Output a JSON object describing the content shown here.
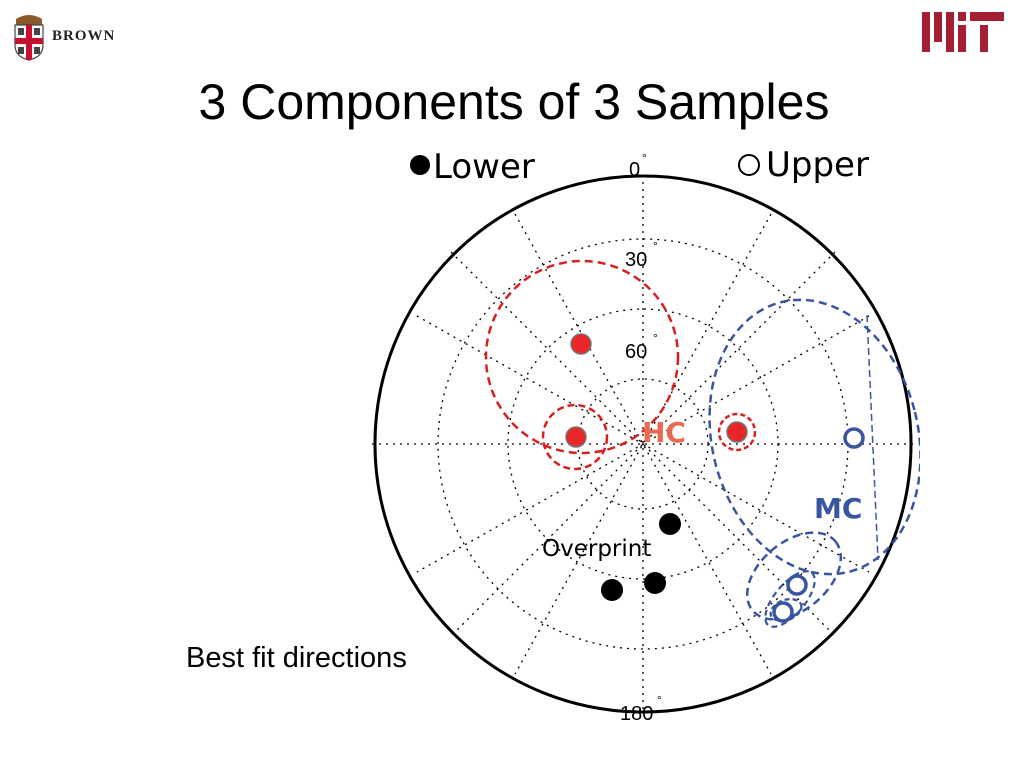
{
  "slide": {
    "title": "3 Components of 3 Samples",
    "caption": "Best fit directions"
  },
  "logos": {
    "left_text": "BROWN"
  },
  "stereonet": {
    "legend": {
      "lower": "Lower",
      "upper": "Upper"
    },
    "tick_labels": {
      "north": "0",
      "inc30": "30",
      "inc60": "60",
      "south": "180"
    },
    "degree_mark": "°",
    "labels": {
      "hc": "HC",
      "mc": "MC",
      "overprint": "Overprint"
    }
  },
  "colors": {
    "hc_red": "#d62020",
    "mc_blue": "#3a55a0",
    "mit_red": "#a31f34",
    "brown_red": "#c8102e"
  }
}
